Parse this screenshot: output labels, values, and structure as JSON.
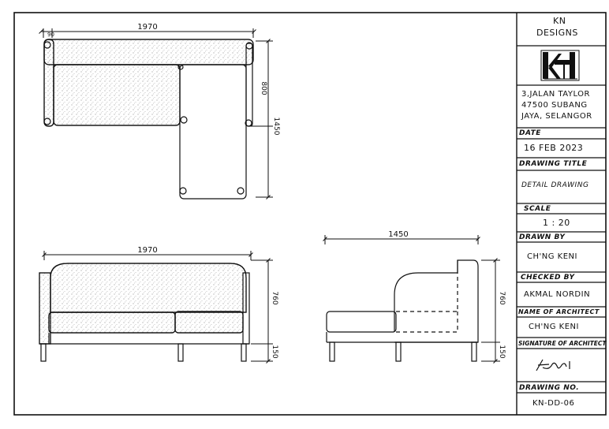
{
  "title_block": {
    "company_line1": "KN",
    "company_line2": "DESIGNS",
    "address_line1": "3,JALAN TAYLOR",
    "address_line2": "47500 SUBANG",
    "address_line3": "JAYA, SELANGOR",
    "date_label": "DATE",
    "date_value": "16 FEB 2023",
    "drawing_title_label": "DRAWING TITLE",
    "drawing_title_value": "DETAIL DRAWING",
    "scale_label": "SCALE",
    "scale_value": "1 : 20",
    "drawn_by_label": "DRAWN BY",
    "drawn_by_value": "CH'NG KENI",
    "checked_by_label": "CHECKED BY",
    "checked_by_value": "AKMAL NORDIN",
    "architect_label": "NAME OF ARCHITECT",
    "architect_value": "CH'NG KENI",
    "signature_label": "SIGNATURE OF ARCHITECT",
    "drawing_no_label": "DRAWING NO.",
    "drawing_no_value": "KN-DD-06"
  },
  "dimensions": {
    "plan_width": "1970",
    "plan_arm": "90",
    "plan_depth": "800",
    "plan_total_depth": "1450",
    "front_width": "1970",
    "front_height": "760",
    "front_leg": "150",
    "side_width": "1450",
    "side_height": "760",
    "side_leg": "150"
  }
}
